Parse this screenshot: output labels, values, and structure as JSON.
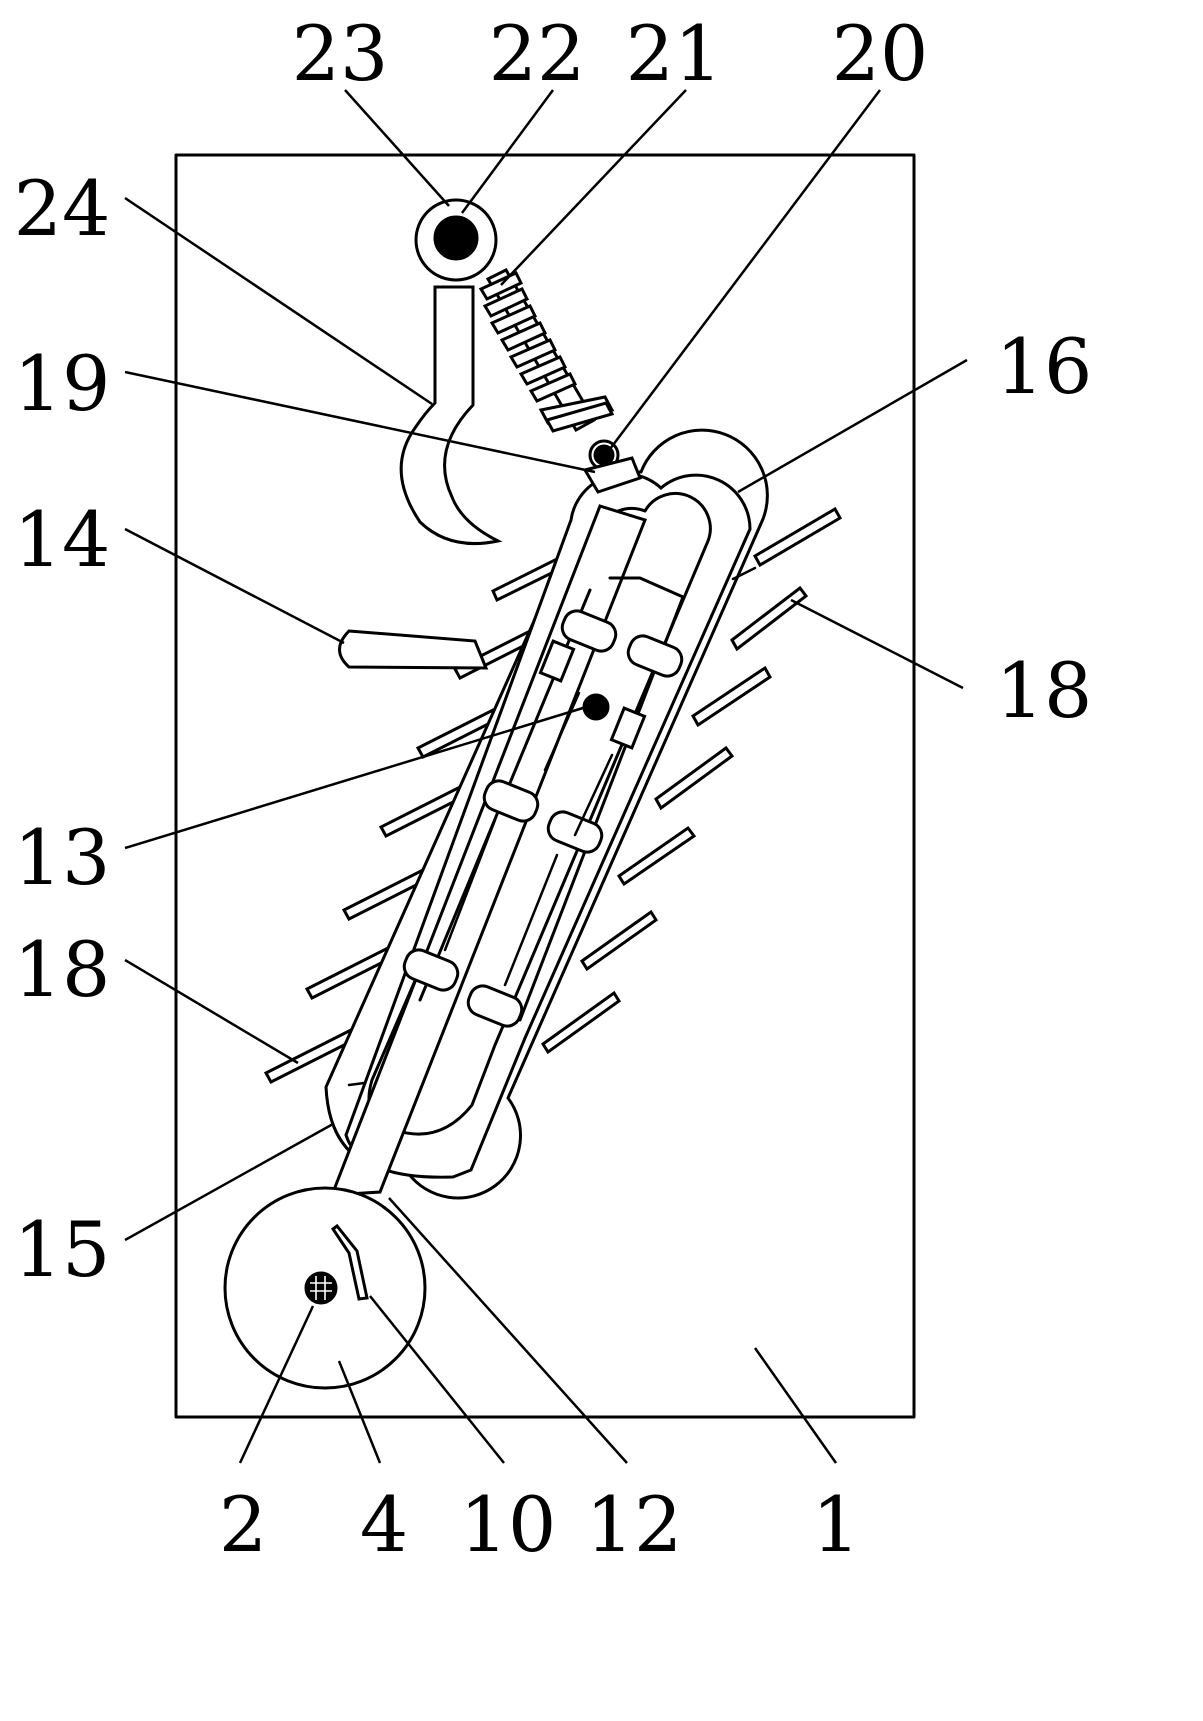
{
  "labels": {
    "l1": "1",
    "l2": "2",
    "l4": "4",
    "l10": "10",
    "l12": "12",
    "l13": "13",
    "l14": "14",
    "l15": "15",
    "l16": "16",
    "l18_right": "18",
    "l18_left": "18",
    "l19": "19",
    "l20": "20",
    "l21": "21",
    "l22": "22",
    "l23": "23",
    "l24": "24"
  },
  "colors": {
    "line": "#000000",
    "background": "#ffffff"
  }
}
